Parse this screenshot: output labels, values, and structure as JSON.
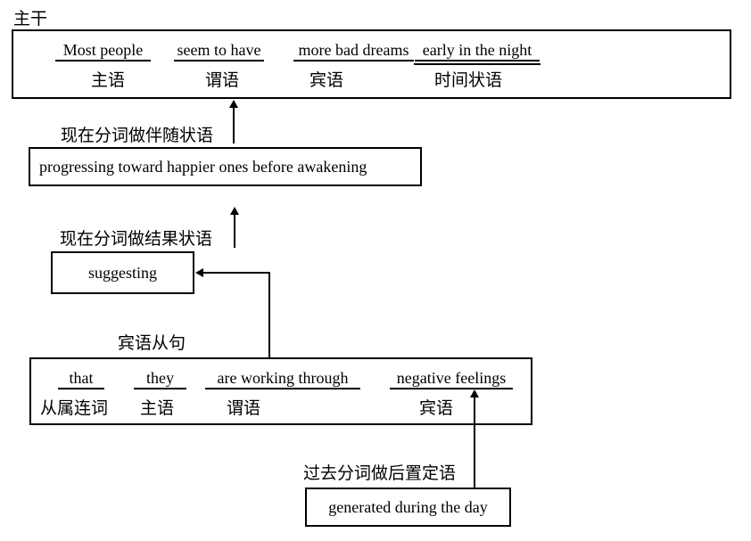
{
  "diagram": {
    "trunk_label": "主干",
    "main_clause": {
      "segments": [
        {
          "text": "Most people",
          "role": "主语"
        },
        {
          "text": "seem to have",
          "role": "谓语"
        },
        {
          "text": "more bad dreams",
          "role": "宾语"
        },
        {
          "text": "early in the night",
          "role": "时间状语"
        }
      ]
    },
    "participle_adverbial_1": {
      "label": "现在分词做伴随状语",
      "text": "progressing toward happier ones before awakening"
    },
    "participle_adverbial_2": {
      "label": "现在分词做结果状语",
      "text": "suggesting"
    },
    "object_clause": {
      "label": "宾语从句",
      "segments": [
        {
          "text": "that",
          "role": "从属连词"
        },
        {
          "text": "they",
          "role": "主语"
        },
        {
          "text": "are working through",
          "role": "谓语"
        },
        {
          "text": "negative feelings",
          "role": "宾语"
        }
      ]
    },
    "past_participle_attributive": {
      "label": "过去分词做后置定语",
      "text": "generated during the day"
    }
  },
  "colors": {
    "line": "#000000",
    "background": "#ffffff",
    "text": "#000000"
  }
}
